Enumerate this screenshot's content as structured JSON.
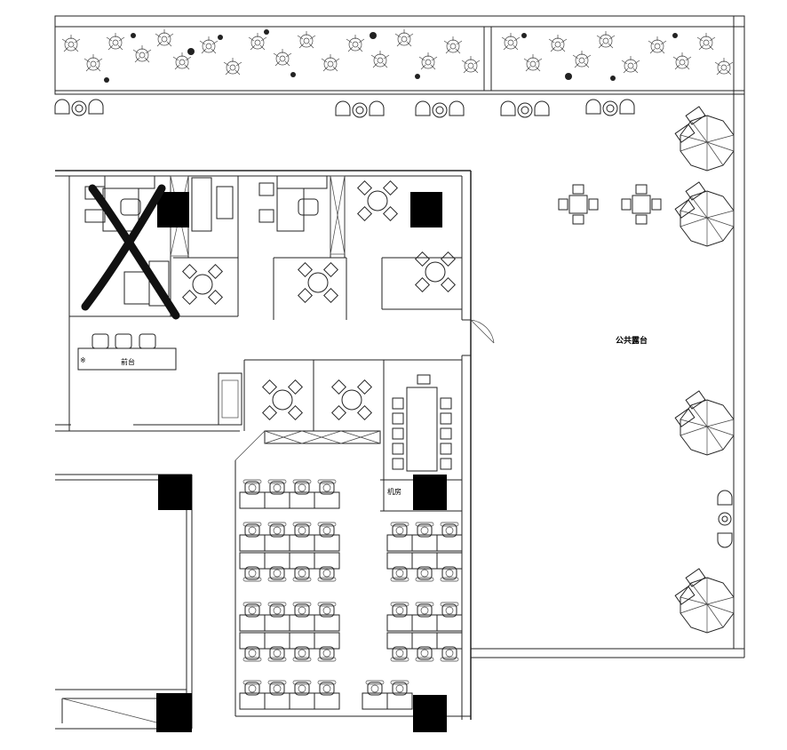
{
  "labels": {
    "terrace": "公共露台",
    "reception": "前台",
    "server_room": "机房"
  }
}
